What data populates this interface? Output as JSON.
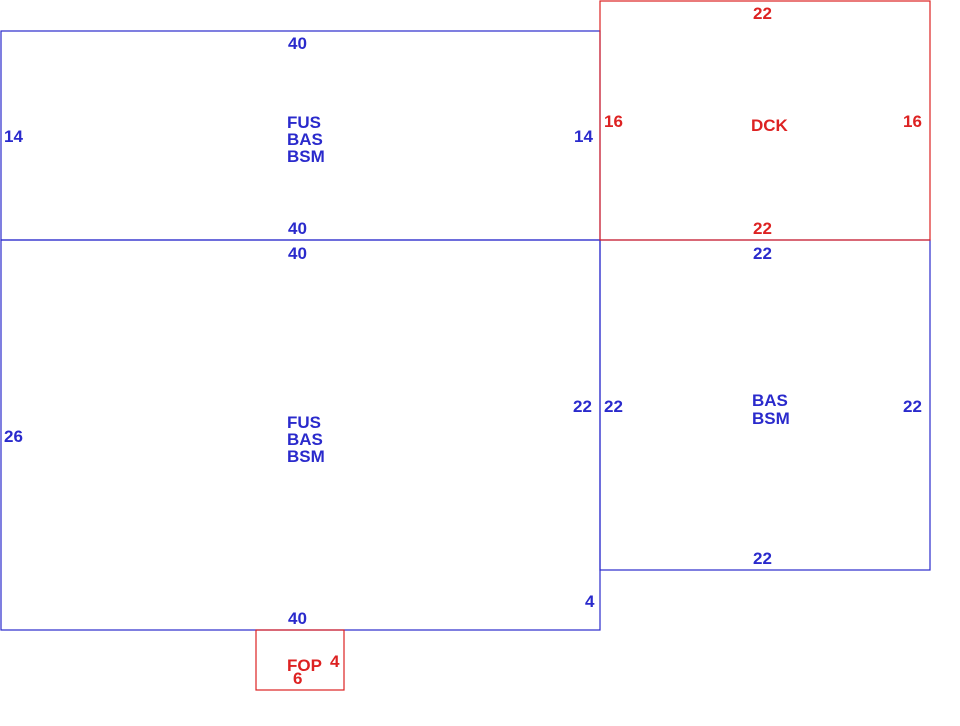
{
  "colors": {
    "blue": "#2a2acc",
    "red": "#dd2222"
  },
  "areas": [
    {
      "id": "upper-block",
      "color": "blue",
      "codes": [
        "FUS",
        "BAS",
        "BSM"
      ],
      "dimensions": {
        "top": "40",
        "bottom": "40",
        "left": "14",
        "right": "14"
      }
    },
    {
      "id": "deck",
      "color": "red",
      "codes": [
        "DCK"
      ],
      "dimensions": {
        "top": "22",
        "bottom": "22",
        "left": "16",
        "right": "16"
      }
    },
    {
      "id": "main-block",
      "color": "blue",
      "codes": [
        "FUS",
        "BAS",
        "BSM"
      ],
      "dimensions": {
        "top": "40",
        "bottom": "40",
        "left": "26",
        "right": "22",
        "step": "4"
      }
    },
    {
      "id": "side-block",
      "color": "blue",
      "codes": [
        "BAS",
        "BSM"
      ],
      "dimensions": {
        "top": "22",
        "bottom": "22",
        "left": "22",
        "right": "22"
      }
    },
    {
      "id": "porch",
      "color": "red",
      "codes": [
        "FOP"
      ],
      "dimensions": {
        "side": "4",
        "bottom": "6"
      }
    }
  ]
}
